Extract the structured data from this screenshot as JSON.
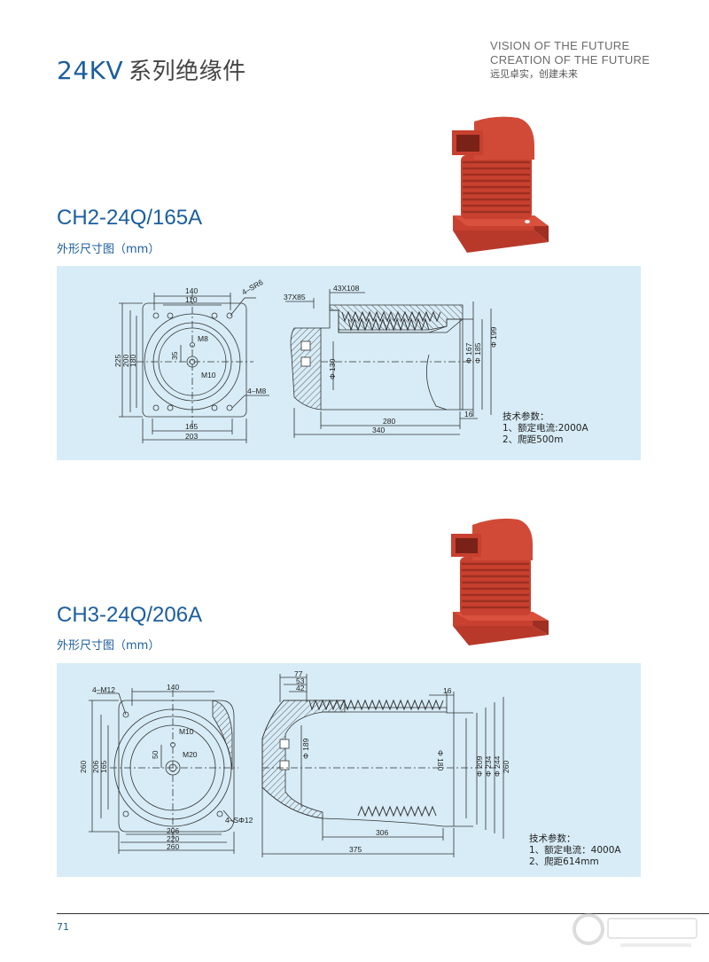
{
  "header": {
    "title_en": "24KV",
    "title_cn": "系列绝缘件",
    "slogan_line1": "VISION OF THE FUTURE",
    "slogan_line2": "CREATION OF THE FUTURE",
    "slogan_line3": "远见卓实，创建未来"
  },
  "product1": {
    "model": "CH2-24Q/165A",
    "subtitle": "外形尺寸图（mm）",
    "params_title": "技术参数：",
    "param1": "1、额定电流:2000A",
    "param2": "2、爬距500m",
    "dims": {
      "d140": "140",
      "d110": "110",
      "sr6": "4–SR6",
      "d225": "225",
      "d200": "200",
      "d180": "180",
      "m8": "M8",
      "d35": "35",
      "m10": "M10",
      "m8x4": "4–M8",
      "d165": "165",
      "d203": "203",
      "d37x85": "37X85",
      "d43x108": "43X108",
      "phi130": "Φ 130",
      "phi167": "Φ 167",
      "phi185": "Φ 185",
      "phi199": "Φ 199",
      "d280": "280",
      "d16": "16",
      "d340": "340"
    }
  },
  "product2": {
    "model": "CH3-24Q/206A",
    "subtitle": "外形尺寸图（mm）",
    "params_title": "技术参数：",
    "param1": "1、额定电流：4000A",
    "param2": "2、爬距614mm",
    "dims": {
      "m12": "4–M12",
      "d140": "140",
      "d260v": "260",
      "d206v": "206",
      "d165v": "165",
      "m10": "M10",
      "d50": "50",
      "m20": "M20",
      "sphi12": "4–SΦ12",
      "d206": "206",
      "d220": "220",
      "d260": "260",
      "d77": "77",
      "d53": "53",
      "d42": "42",
      "d16": "16",
      "phi189": "Φ 189",
      "phi180": "Φ 180",
      "phi209": "Φ 209",
      "phi234": "Φ 234",
      "phi244": "Φ 244",
      "phi260": "260",
      "d306": "306",
      "d375": "375"
    }
  },
  "footer": {
    "page_number": "71"
  },
  "colors": {
    "accent": "#1b5e9e",
    "panel": "#d7ecf7",
    "product": "#c8402f"
  }
}
